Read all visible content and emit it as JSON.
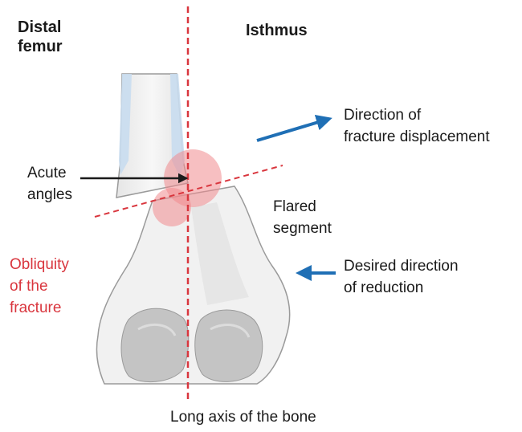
{
  "labels": {
    "distal_femur": [
      "Distal",
      "femur"
    ],
    "isthmus": "Isthmus",
    "direction_displacement": [
      "Direction of",
      "fracture displacement"
    ],
    "acute_angles": [
      "Acute",
      "angles"
    ],
    "flared_segment": [
      "Flared",
      "segment"
    ],
    "obliquity": [
      "Obliquity",
      "of the",
      "fracture"
    ],
    "desired_direction": [
      "Desired direction",
      "of reduction"
    ],
    "long_axis": "Long axis of the bone"
  },
  "colors": {
    "axis_line": "#d9363e",
    "obliquity_text": "#d9363e",
    "arrow_blue": "#1f6fb5",
    "pointer_black": "#1a1a1a",
    "bone_fill": "#f3f3f3",
    "bone_outline": "#9a9a9a",
    "condyle_fill": "#c4c4c4",
    "cortex_blue": "#c9ddf0",
    "acute_circle": "#f08a8e"
  }
}
